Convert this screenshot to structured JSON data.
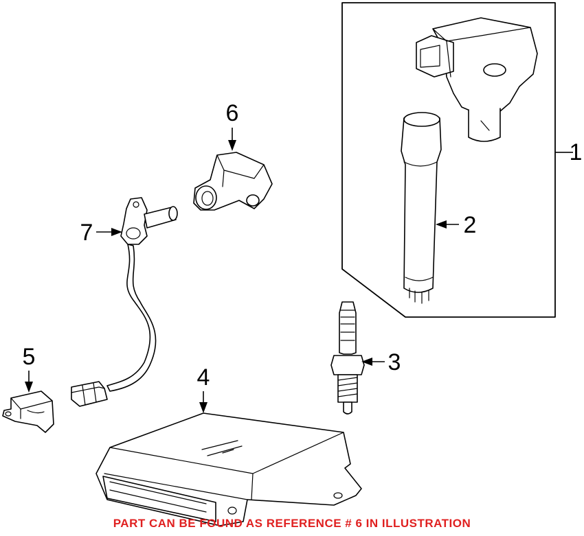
{
  "callouts": {
    "c1": "1",
    "c2": "2",
    "c3": "3",
    "c4": "4",
    "c5": "5",
    "c6": "6",
    "c7": "7"
  },
  "footer_note": "PART CAN BE FOUND AS REFERENCE # 6 IN ILLUSTRATION",
  "colors": {
    "note_text": "#e02020",
    "line_art": "#000000",
    "background": "#ffffff"
  }
}
